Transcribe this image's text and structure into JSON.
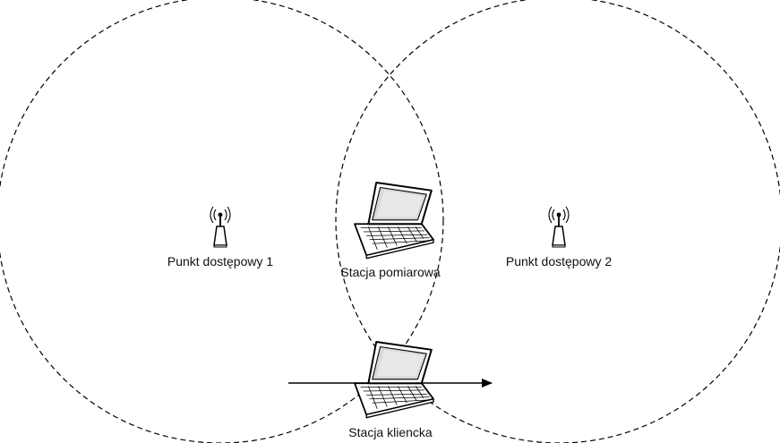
{
  "diagram": {
    "access_points": [
      {
        "label": "Punkt dostępowy 1",
        "icon": "wifi-access-point-icon"
      },
      {
        "label": "Punkt dostępowy 2",
        "icon": "wifi-access-point-icon"
      }
    ],
    "stations": [
      {
        "label": "Stacja pomiarowa",
        "icon": "laptop-icon"
      },
      {
        "label": "Stacja kliencka",
        "icon": "laptop-icon"
      }
    ],
    "coverage_style": "dashed-circle",
    "movement": "arrow-left-to-right",
    "colors": {
      "line": "#000000",
      "device_fill": "#ffffff",
      "screen": "#d8d8d8"
    }
  }
}
